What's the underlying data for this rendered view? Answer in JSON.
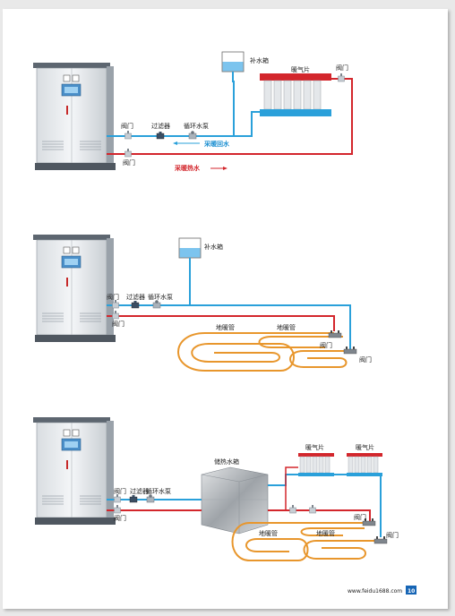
{
  "colors": {
    "supply_pipe": "#d3262c",
    "return_pipe": "#2aa0da",
    "floor_pipe": "#e8962c",
    "cabinet": "#e8ebee",
    "footer_badge": "#1665b5"
  },
  "diagram1": {
    "tank_label": "补水箱",
    "radiator_label": "暖气片",
    "valve_top_right": "阀门",
    "valve_return": "阀门",
    "filter": "过滤器",
    "pump": "循环水泵",
    "valve_supply": "阀门",
    "return_label": "采暖回水",
    "supply_label": "采暖热水"
  },
  "diagram2": {
    "tank_label": "补水箱",
    "valve_return": "阀门",
    "filter": "过滤器",
    "pump": "循环水泵",
    "valve_supply": "阀门",
    "floor_pipe_1": "地暖管",
    "floor_pipe_2": "地暖管",
    "valve_mid": "阀门",
    "valve_right": "阀门"
  },
  "diagram3": {
    "storage_tank": "储热水箱",
    "valve_return": "阀门",
    "filter": "过滤器",
    "pump": "循环水泵",
    "valve_supply": "阀门",
    "radiator_1": "暖气片",
    "radiator_2": "暖气片",
    "floor_pipe_1": "地暖管",
    "floor_pipe_2": "地暖管",
    "valve_mid": "阀门",
    "valve_right": "阀门"
  },
  "footer": {
    "url": "www.feidu1688.com",
    "page_number": "10"
  }
}
